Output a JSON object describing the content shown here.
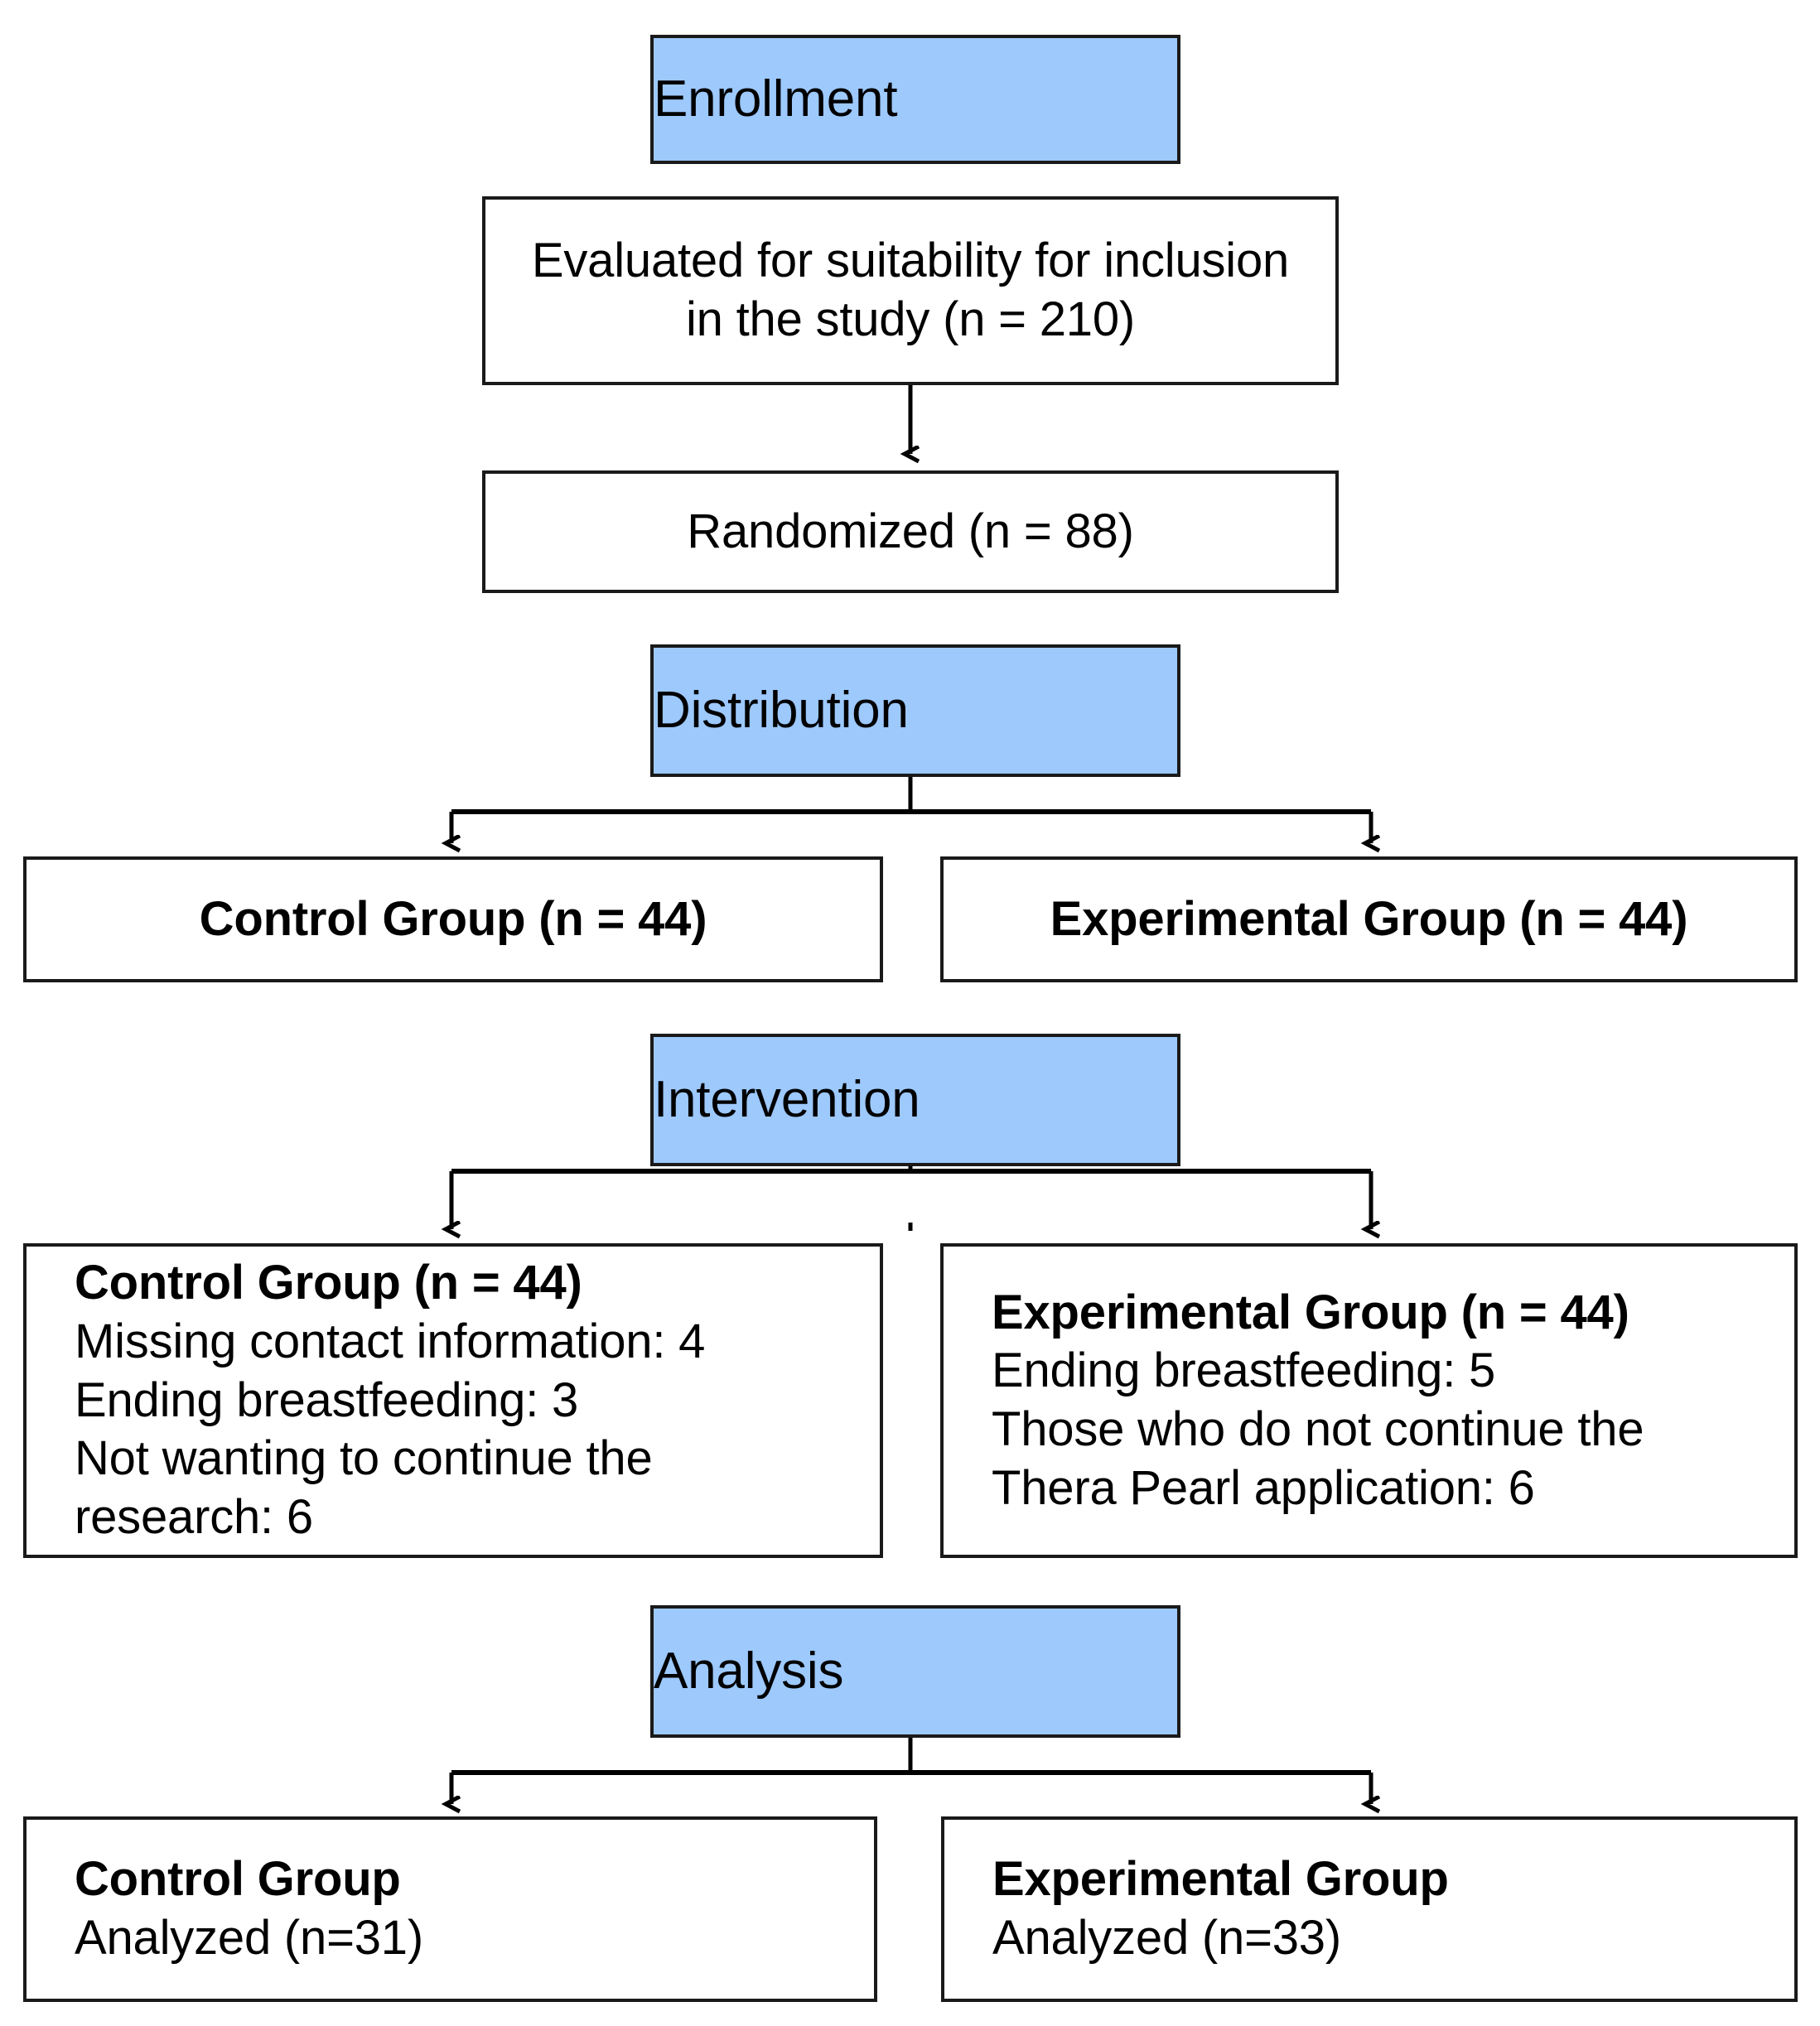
{
  "diagram": {
    "title": "CONSORT participant flow diagram",
    "colors": {
      "stage_fill": "#9dc9fd",
      "border": "#1a1a1a",
      "box_fill": "#ffffff",
      "text": "#000000"
    },
    "stages": {
      "enrollment": "Enrollment",
      "distribution": "Distribution",
      "intervention": "Intervention",
      "analysis": "Analysis"
    },
    "enrollment_box": {
      "line1": "Evaluated for suitability for inclusion",
      "line2": "in the study (n = 210)"
    },
    "randomized_box": {
      "line1": "Randomized (n = 88)"
    },
    "distribution_row": {
      "control": "Control Group (n = 44)",
      "experimental": "Experimental Group (n = 44)"
    },
    "intervention_row": {
      "control": {
        "heading": "Control Group (n = 44)",
        "line1": "Missing contact information: 4",
        "line2": "Ending breastfeeding: 3",
        "line3": "Not wanting to continue the",
        "line4": "research: 6"
      },
      "experimental": {
        "heading": "Experimental Group (n = 44)",
        "line1": "Ending breastfeeding: 5",
        "line2": "Those who do not continue the",
        "line3": "Thera Pearl application: 6"
      }
    },
    "analysis_row": {
      "control": {
        "heading": "Control Group",
        "line1": "Analyzed (n=31)"
      },
      "experimental": {
        "heading": "Experimental Group",
        "line1": "Analyzed (n=33)"
      }
    }
  }
}
